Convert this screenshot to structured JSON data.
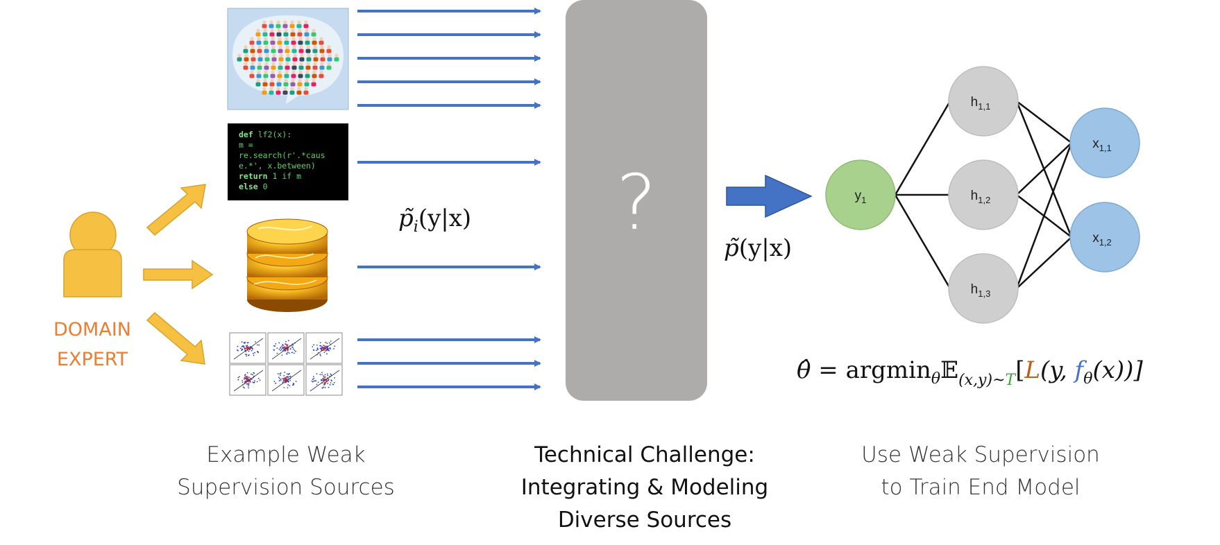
{
  "expert": {
    "line1": "DOMAIN",
    "line2": "EXPERT"
  },
  "code_snippet": {
    "lines": [
      {
        "kw": "def ",
        "rest": "lf2(x):"
      },
      {
        "kw": "",
        "rest": "  m ="
      },
      {
        "kw": "",
        "rest": "re.search(r'.*caus"
      },
      {
        "kw": "",
        "rest": "e.*', x.between)"
      },
      {
        "kw": "  return ",
        "rest": "1 if m"
      },
      {
        "kw": "else ",
        "rest": "0"
      }
    ]
  },
  "challenge_box": {
    "symbol": "?"
  },
  "labels": {
    "p_i": {
      "p": "p̃",
      "sub": "i",
      "args": "(y|x)"
    },
    "p": {
      "p": "p̃",
      "args": "(y|x)"
    }
  },
  "network": {
    "output": {
      "base": "y",
      "sub": "1"
    },
    "hidden": [
      {
        "base": "h",
        "sub": "1,1"
      },
      {
        "base": "h",
        "sub": "1,2"
      },
      {
        "base": "h",
        "sub": "1,3"
      }
    ],
    "inputs": [
      {
        "base": "x",
        "sub": "1,1"
      },
      {
        "base": "x",
        "sub": "1,2"
      }
    ]
  },
  "formula": {
    "theta_hat": "θ̂",
    "eq": " = ",
    "argmin": "argmin",
    "sub_theta": "θ",
    "E": "𝔼",
    "sub_xy": "(x,y)~",
    "sub_T": "T",
    "open": "[",
    "L": "L",
    "args_open": "(y, ",
    "f": "f",
    "f_sub": "θ",
    "args_close": "(x))]"
  },
  "captions": {
    "left": {
      "line1": "Example Weak",
      "line2": "Supervision Sources"
    },
    "middle": {
      "line1": "Technical Challenge:",
      "line2": "Integrating & Modeling",
      "line3": "Diverse Sources"
    },
    "right": {
      "line1": "Use Weak Supervision",
      "line2": "to Train End Model"
    }
  },
  "colors": {
    "arrow_blue": "#4472c4",
    "expert_orange": "#ed7d31",
    "person_yellow": "#f6c142",
    "box_gray": "#aeabab",
    "node_gray": "#d0d0d0",
    "node_green": "#a9d18e",
    "node_blue": "#9dc3e6",
    "L_color": "#c55a11",
    "f_color": "#4472c4",
    "T_color": "#38a63a"
  }
}
